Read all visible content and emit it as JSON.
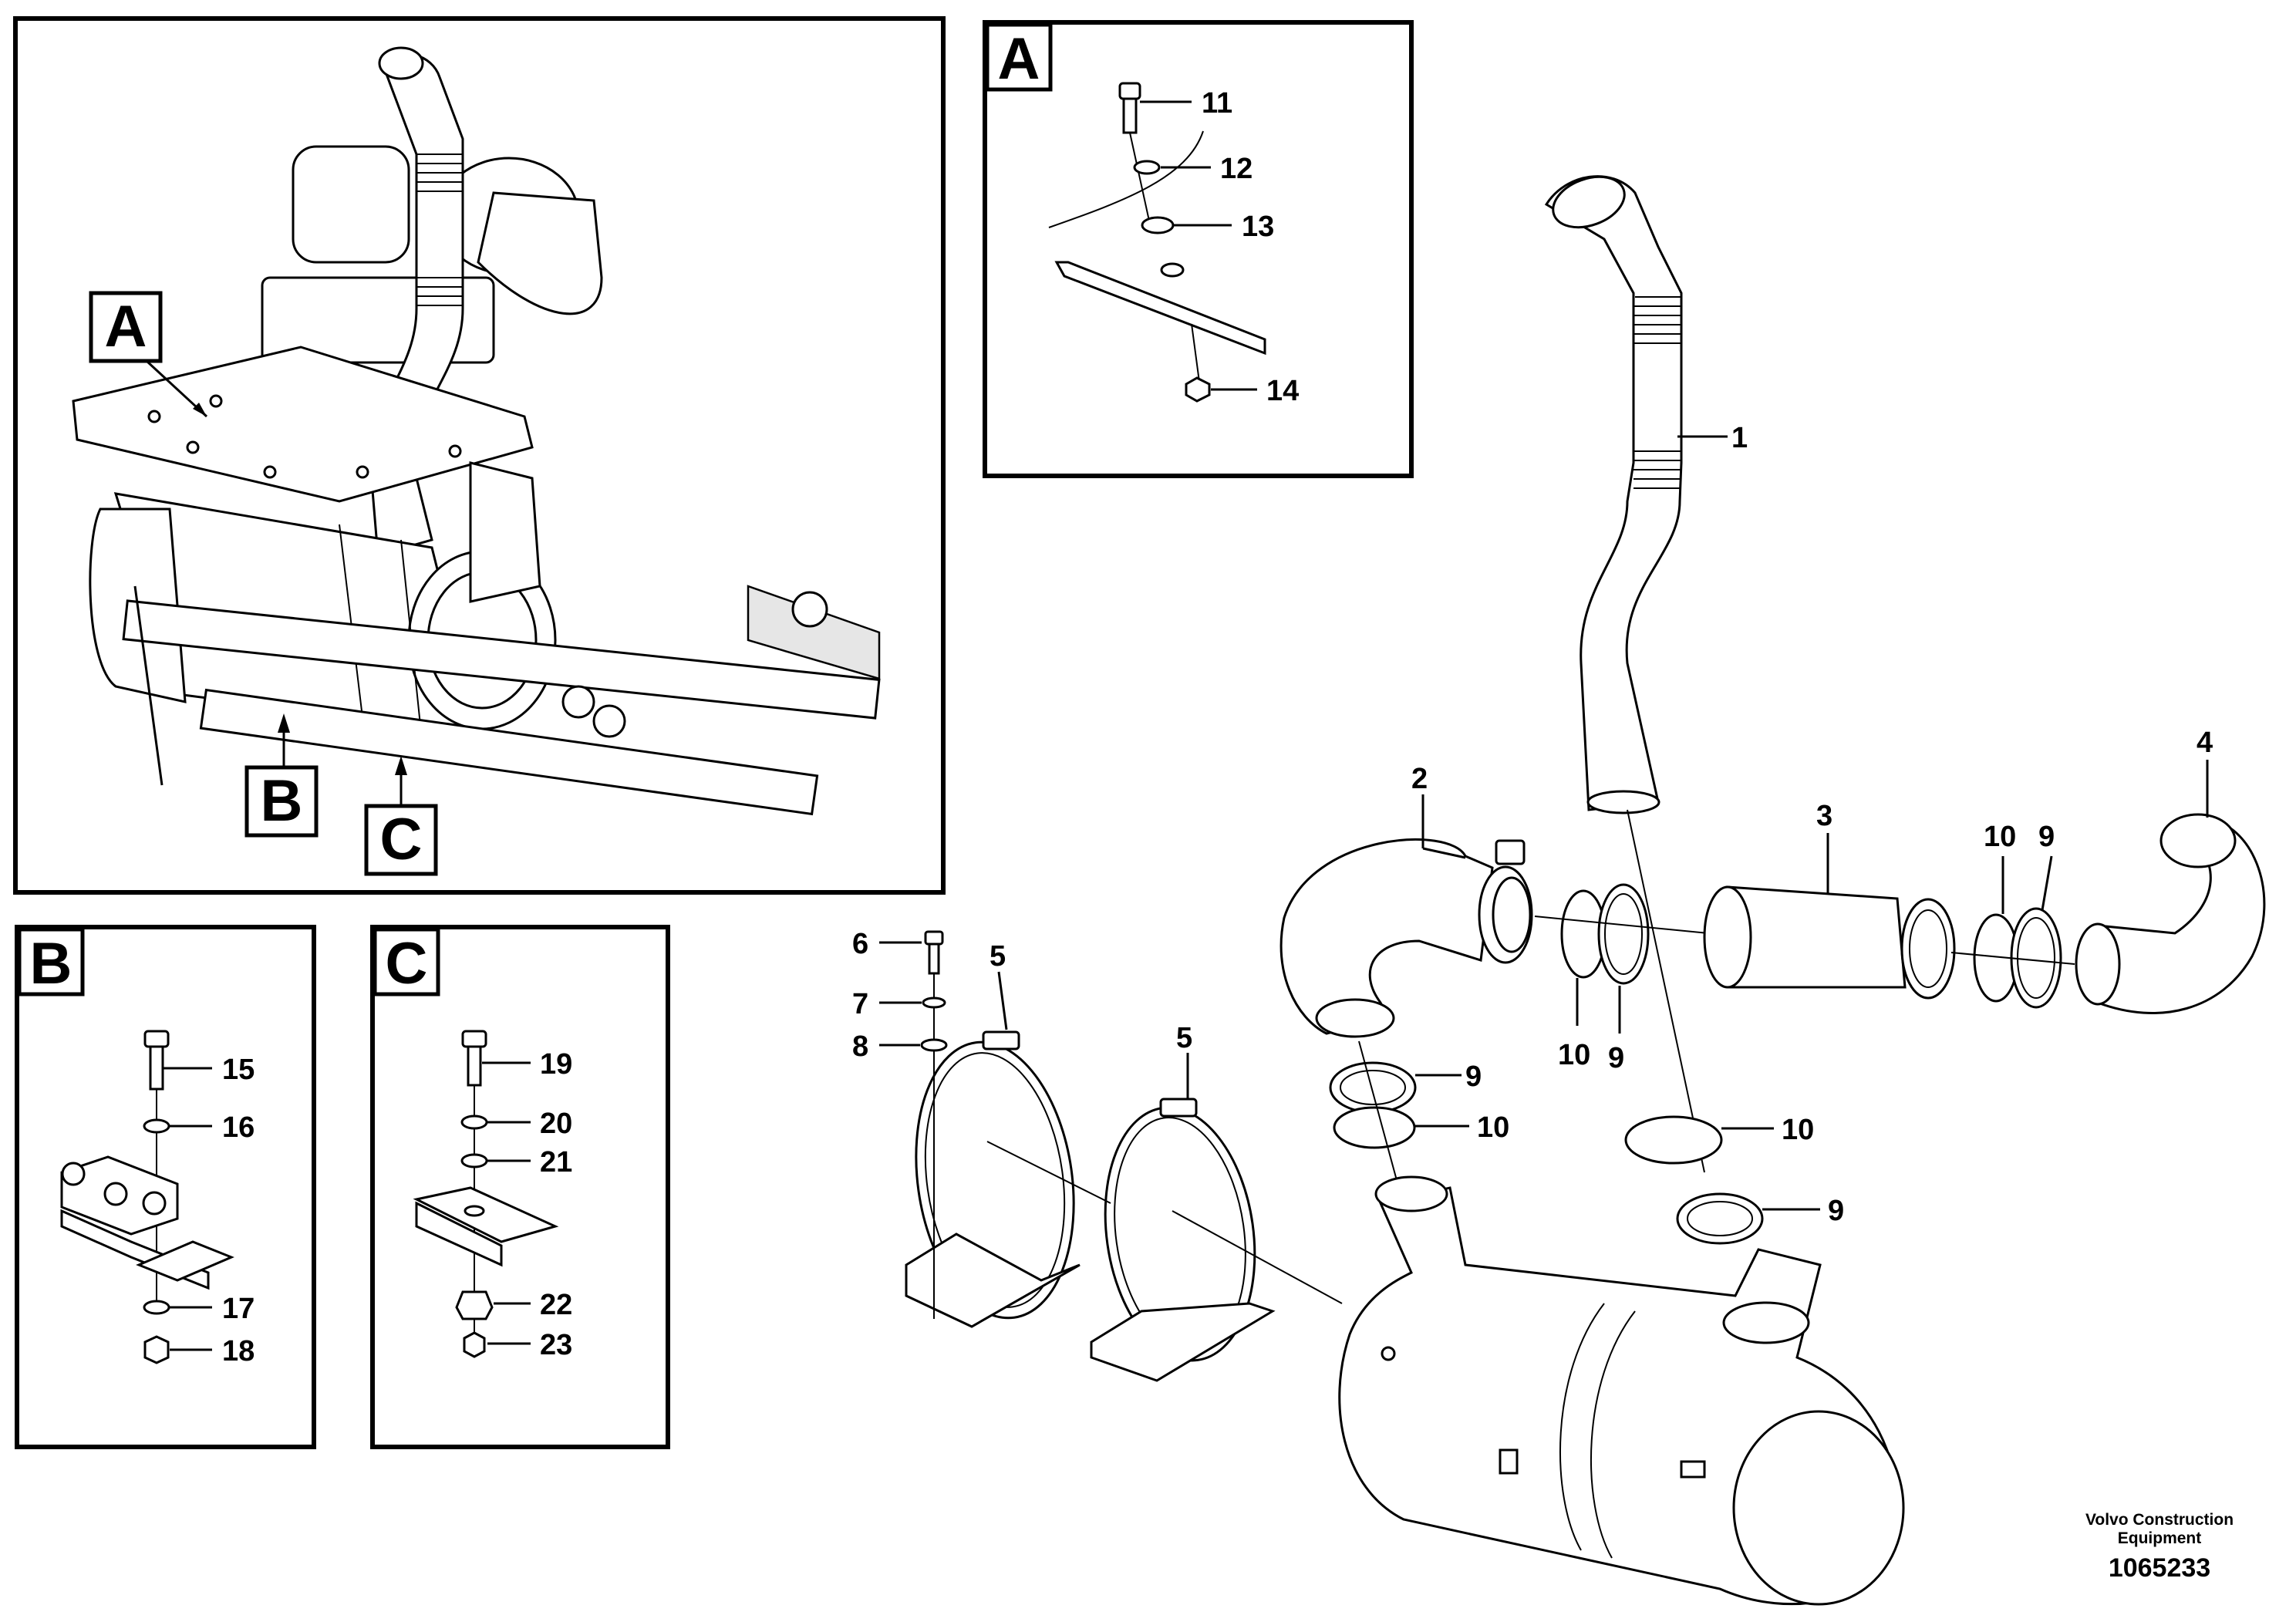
{
  "detail_labels": {
    "a": "A",
    "b": "B",
    "c": "C"
  },
  "callouts": {
    "p1": "1",
    "p2": "2",
    "p3": "3",
    "p4": "4",
    "p5a": "5",
    "p5b": "5",
    "p6": "6",
    "p7": "7",
    "p8": "8",
    "p9a": "9",
    "p9b": "9",
    "p9c": "9",
    "p9d": "9",
    "p10a": "10",
    "p10b": "10",
    "p10c": "10",
    "p10d": "10",
    "p11": "11",
    "p12": "12",
    "p13": "13",
    "p14": "14",
    "p15": "15",
    "p16": "16",
    "p17": "17",
    "p18": "18",
    "p19": "19",
    "p20": "20",
    "p21": "21",
    "p22": "22",
    "p23": "23"
  },
  "footer": {
    "company_line1": "Volvo Construction",
    "company_line2": "Equipment",
    "drawing_number": "1065233"
  }
}
